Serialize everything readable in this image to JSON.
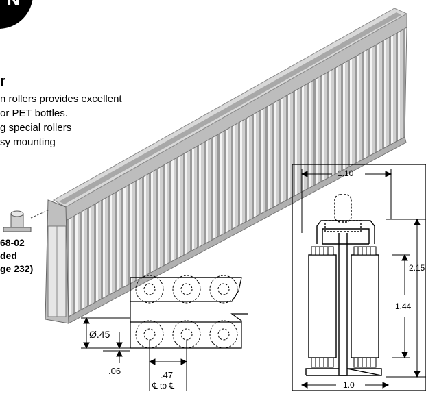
{
  "heading": "r",
  "description": [
    "n rollers provides excellent",
    "or PET bottles.",
    "g special rollers",
    "sy mounting"
  ],
  "callout": [
    "68-02",
    "ded",
    "ge 232)"
  ],
  "dimensions": {
    "top_width": "1.10",
    "bottom_width": "1.0",
    "total_height": "2.15",
    "roller_height": "1.44",
    "roller_diameter": "Ø.45",
    "roller_offset": ".06",
    "roller_pitch": ".47",
    "pitch_note": "℄ to ℄"
  },
  "colors": {
    "rail": "#cfcfcf",
    "rail_dark": "#8a8a8a",
    "rail_light": "#f2f2f2"
  }
}
